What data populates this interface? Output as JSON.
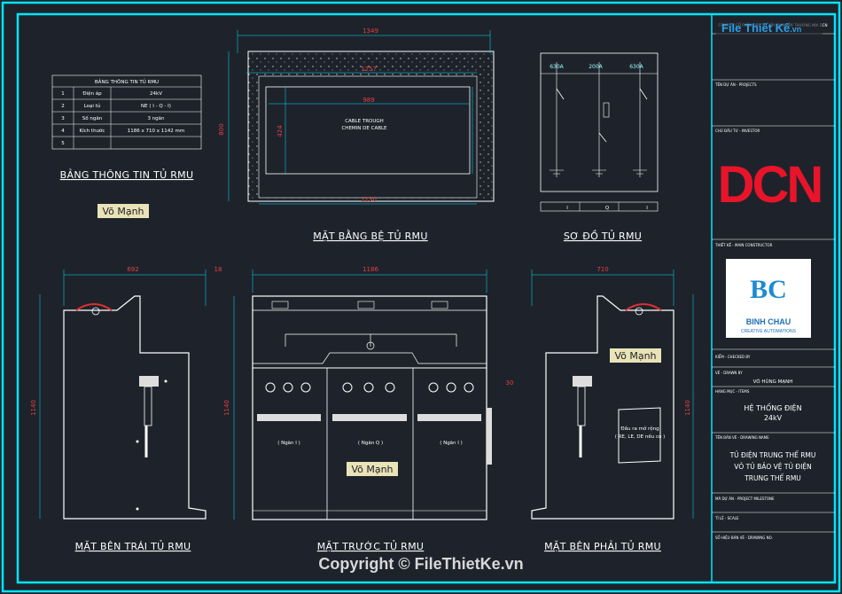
{
  "watermark": {
    "logo_text": "File Thiết Kế",
    "logo_suffix": ".vn",
    "copyright": "Copyright © FileThietKe.vn"
  },
  "table": {
    "title": "BẢNG THÔNG TIN TỦ RMU",
    "rows": [
      {
        "no": "1",
        "label": "Điện áp",
        "value": "24kV"
      },
      {
        "no": "2",
        "label": "Loại tủ",
        "value": "NE ( I - Q - I)"
      },
      {
        "no": "3",
        "label": "Số ngăn",
        "value": "3 ngăn"
      },
      {
        "no": "4",
        "label": "Kích thước",
        "value": "1186 x 710 x 1142 mm"
      },
      {
        "no": "5",
        "label": "",
        "value": ""
      }
    ],
    "caption": "BẢNG THÔNG TIN TỦ RMU"
  },
  "author_tag": "Võ Mạnh",
  "plan": {
    "caption": "MẶT BẰNG BỆ TỦ RMU",
    "dim_outer_w": "1349",
    "dim_inner_w": "1257",
    "dim_trough_w": "989",
    "dim_bottom_w": "1130",
    "dim_h": "800",
    "dim_trough_h": "424",
    "trough_label_1": "CABLE TROUGH",
    "trough_label_2": "CHEMIN DE CABLE"
  },
  "schematic": {
    "caption": "SƠ ĐỒ TỦ RMU",
    "labels": [
      "630A",
      "200A",
      "630A"
    ],
    "bottom": [
      "I",
      "Q",
      "I"
    ]
  },
  "left_view": {
    "caption": "MẶT BÊN TRÁI TỦ RMU",
    "dim_w": "692",
    "dim_w2": "18",
    "dim_h": "1140"
  },
  "front_view": {
    "caption": "MẶT TRƯỚC TỦ RMU",
    "dim_w": "1186",
    "dim_h": "1140",
    "dim_side": "30",
    "bays": [
      "( Ngăn I )",
      "( Ngăn Q )",
      "( Ngăn I )"
    ]
  },
  "right_view": {
    "caption": "MẶT BÊN PHẢI TỦ RMU",
    "dim_w": "710",
    "dim_h": "1140",
    "note_1": "Đầu ra mở rộng",
    "note_2": "( RE, LE, DE nếu có )"
  },
  "title_block": {
    "header": "CÔNG TY CỔ PHẦN ĐẦU TƯ XÂY DỰNG VÀ THƯƠNG MẠI DCN",
    "project_label": "TÊN DỰ ÁN - PROJECTS",
    "owner_label": "CHỦ ĐẦU TƯ - INVESTOR",
    "dcn_logo": "DCN",
    "design_label": "THIẾT KẾ - MAIN CONSTRUCTOR",
    "binh_chau": "BINH CHAU",
    "binh_chau_sub": "CREATIVE AUTOMATIONS",
    "check_label": "KIỂM - CHECKED BY",
    "drawn_label": "VẼ - DRAWN BY",
    "drawn_value": "VÕ HÙNG MẠNH",
    "item_label": "HẠNG MỤC - ITEMS",
    "item_value_1": "HỆ THỐNG ĐIỆN",
    "item_value_2": "24kV",
    "drawing_label": "TÊN BẢN VẼ - DRAWING NAME",
    "drawing_value_1": "TỦ ĐIỆN TRUNG THẾ RMU",
    "drawing_value_2": "VỎ TỦ BẢO VỆ TỦ ĐIỆN",
    "drawing_value_3": "TRUNG THẾ RMU",
    "code_label": "MÃ DỰ ÁN - PROJECT MILESTONE",
    "scale_label": "TỈ LỆ - SCALE",
    "number_label": "SỐ HIỆU BẢN VẼ - DRAWING NO."
  }
}
